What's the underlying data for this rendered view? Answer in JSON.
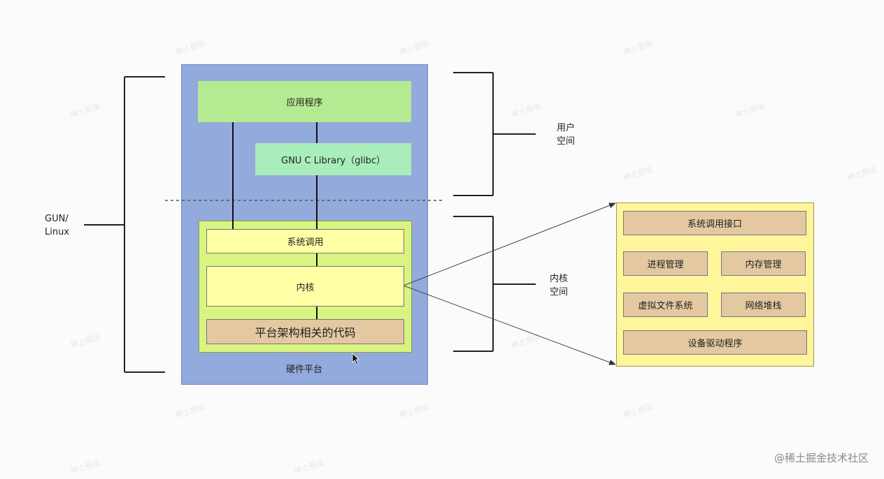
{
  "labels": {
    "app": "应用程序",
    "glibc": "GNU C Library（glibc）",
    "syscall": "系统调用",
    "kernel": "内核",
    "arch_code": "平台架构相关的代码",
    "hardware": "硬件平台",
    "user_space": "用户\n空间",
    "kernel_space": "内核\n空间",
    "gnu_linux": "GUN/\nLinux"
  },
  "kernel_detail": {
    "syscall_interface": "系统调用接口",
    "process_mgmt": "进程管理",
    "memory_mgmt": "内存管理",
    "vfs": "虚拟文件系统",
    "net_stack": "网络堆栈",
    "device_drivers": "设备驱动程序"
  },
  "watermark": "@稀土掘金技术社区",
  "colors": {
    "hardware_bg": "#93aadc",
    "app_bg": "#b3ea92",
    "glibc_bg": "#a9edba",
    "kernel_space_bg": "#d9f482",
    "yellow_box": "#ffffa6",
    "tan_box": "#e4c8a2",
    "detail_bg": "#fff69c"
  }
}
